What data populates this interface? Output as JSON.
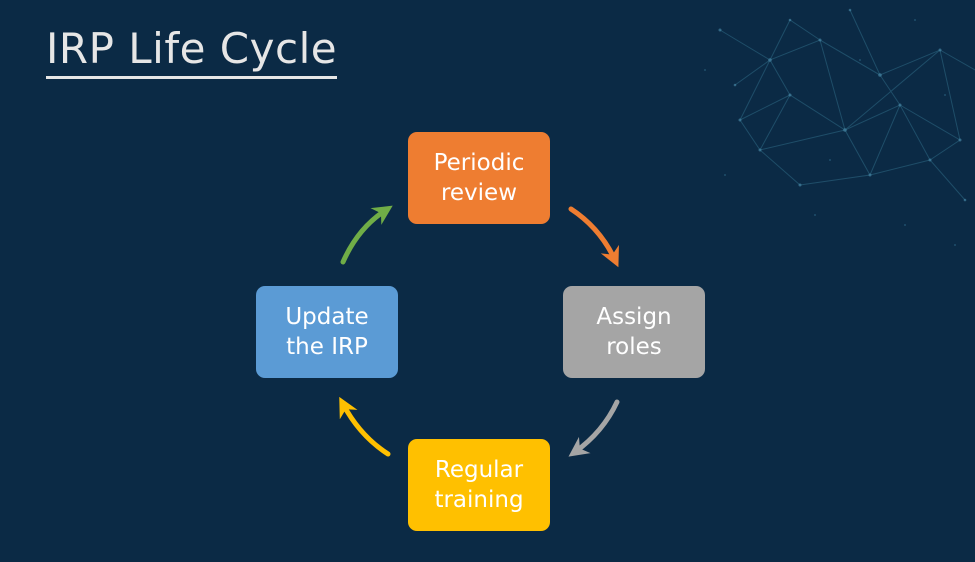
{
  "title": "IRP Life Cycle",
  "cycle": [
    {
      "id": "periodic",
      "label": "Periodic\nreview",
      "color": "#ee7d31"
    },
    {
      "id": "assign",
      "label": "Assign\nroles",
      "color": "#a5a5a5"
    },
    {
      "id": "training",
      "label": "Regular\ntraining",
      "color": "#ffc000"
    },
    {
      "id": "update",
      "label": "Update\nthe IRP",
      "color": "#5b9bd5"
    }
  ],
  "arrow_colors": {
    "periodic_to_assign": "#ee7d31",
    "assign_to_training": "#a5a5a5",
    "training_to_update": "#ffc000",
    "update_to_periodic": "#70ad47"
  },
  "background_color": "#0b2a45",
  "title_color": "#e6e6e6"
}
